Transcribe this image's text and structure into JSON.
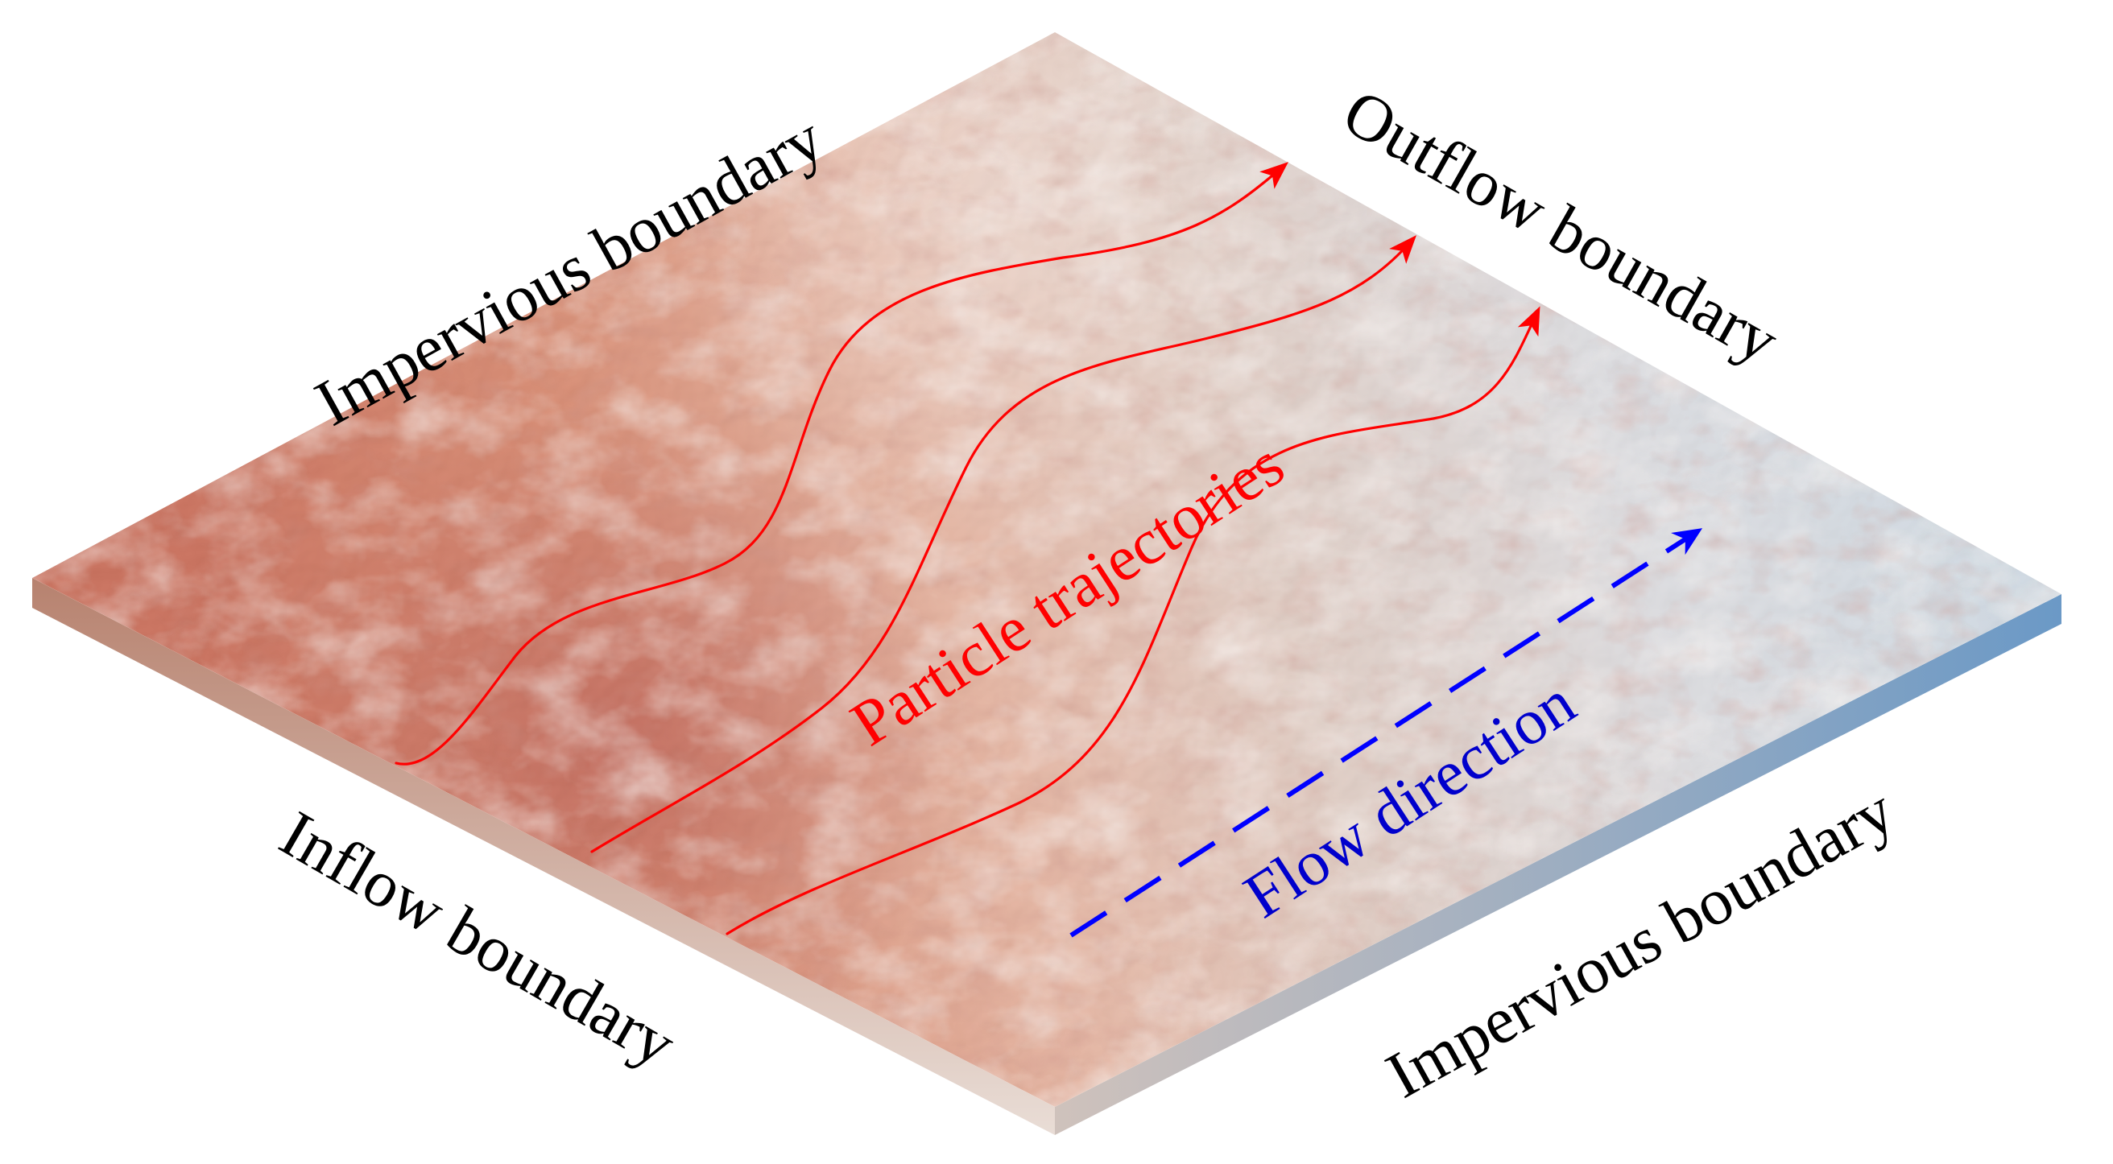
{
  "labels": {
    "impervious_top": "Impervious boundary",
    "outflow": "Outflow boundary",
    "inflow": "Inflow boundary",
    "impervious_bottom": "Impervious boundary",
    "particles": "Particle trajectories",
    "flow": "Flow direction"
  },
  "colors": {
    "trajectory": "#ff0000",
    "flow_arrow": "#0000ff",
    "label_text": "#000000",
    "surface_warm": "#c85a45",
    "surface_mid": "#e2b4a2",
    "surface_cool": "#d2d8de",
    "surface_edge_blue": "#7fa6c8"
  }
}
